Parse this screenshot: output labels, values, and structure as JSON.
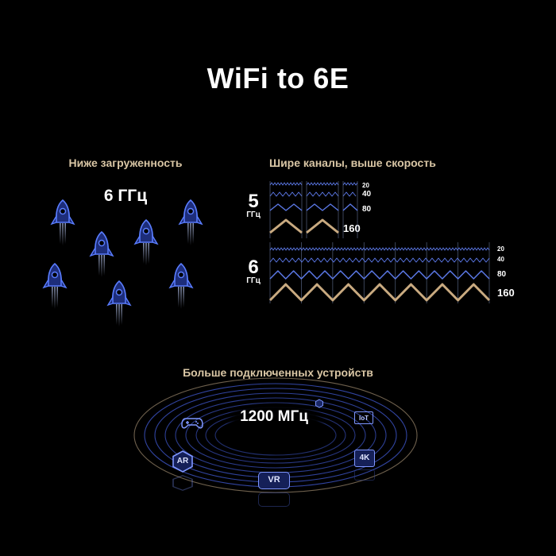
{
  "title": "WiFi to 6E",
  "left": {
    "heading": "Ниже загруженность",
    "band": "6 ГГц",
    "rocket_icon": "rocket-icon"
  },
  "right": {
    "heading": "Шире каналы, выше скорость",
    "band5": {
      "number": "5",
      "unit": "ГГц",
      "widths": [
        "20",
        "40",
        "80",
        "160"
      ]
    },
    "band6": {
      "number": "6",
      "unit": "ГГц",
      "widths": [
        "20",
        "40",
        "80",
        "160"
      ]
    }
  },
  "bottom": {
    "heading": "Больше подключенных устройств",
    "center_label": "1200 МГц",
    "devices": [
      "AR",
      "VR",
      "4K",
      "IoT"
    ]
  },
  "colors": {
    "accent_gold": "#d9c6a5",
    "wave_blue": "#5b78e6",
    "wave_tan": "#c9aa80",
    "background": "#000000"
  }
}
